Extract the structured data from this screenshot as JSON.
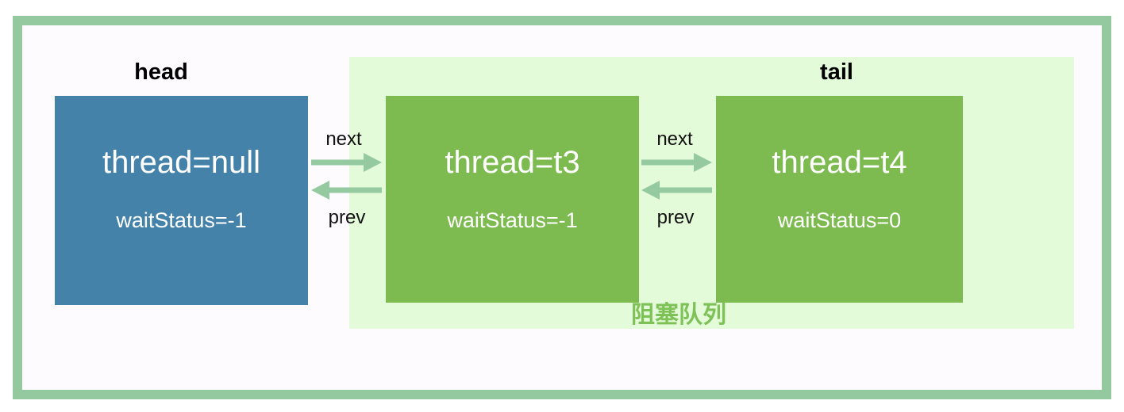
{
  "diagram": {
    "head_pointer_label": "head",
    "tail_pointer_label": "tail",
    "queue_region_label": "阻塞队列",
    "edge_labels": {
      "next": "next",
      "prev": "prev"
    },
    "nodes": [
      {
        "name": "head-node",
        "thread": "thread=null",
        "wait_status": "waitStatus=-1"
      },
      {
        "name": "queue-node-t3",
        "thread": "thread=t3",
        "wait_status": "waitStatus=-1"
      },
      {
        "name": "queue-node-t4",
        "thread": "thread=t4",
        "wait_status": "waitStatus=0"
      }
    ],
    "colors": {
      "frame_border": "#94c9a0",
      "canvas_background": "#fdfbfe",
      "queue_region_background": "#e4fbda",
      "head_node_fill": "#4482aa",
      "queue_node_fill": "#7dbb50",
      "arrow_fill": "#95c9a0",
      "queue_label_text": "#7dc157",
      "node_text": "#ffffff",
      "pointer_label_text": "#000000"
    }
  }
}
